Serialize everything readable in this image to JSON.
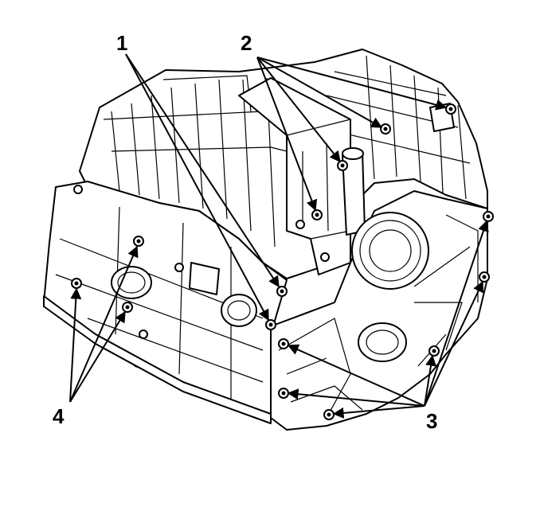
{
  "diagram": {
    "callouts": [
      {
        "id": "1",
        "label": "1"
      },
      {
        "id": "2",
        "label": "2"
      },
      {
        "id": "3",
        "label": "3"
      },
      {
        "id": "4",
        "label": "4"
      }
    ]
  }
}
